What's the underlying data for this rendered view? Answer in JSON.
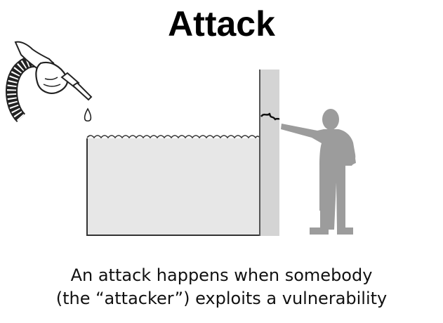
{
  "slide": {
    "title": "Attack",
    "caption": {
      "line1": "An attack happens when somebody",
      "line2": "(the “attacker”) exploits a vulnerability"
    }
  },
  "illustration": {
    "icons": [
      "hose-nozzle-icon",
      "water-drop-icon",
      "water-tank-icon",
      "wall-icon",
      "wall-crack-icon",
      "attacker-person-icon"
    ],
    "colors": {
      "water": "#e7e7e7",
      "wall": "#d4d4d4",
      "person": "#9c9c9c",
      "outline": "#333333"
    }
  }
}
